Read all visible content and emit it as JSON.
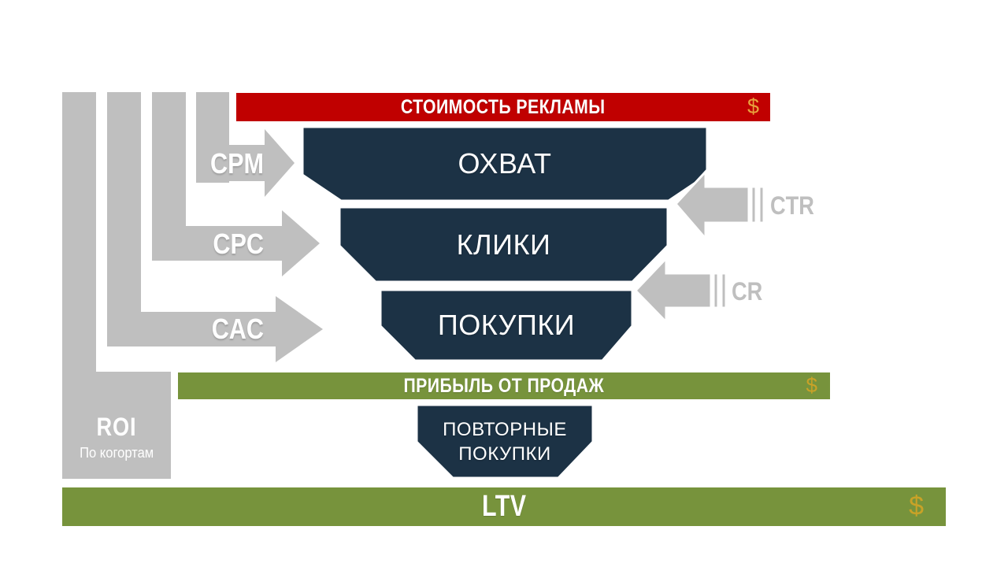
{
  "colors": {
    "red": "#C00000",
    "navy": "#1C3245",
    "green": "#77933C",
    "gray": "#BFBFBF",
    "gold_on_red": "#E8A33D",
    "gold_on_green": "#C9A227",
    "white": "#FFFFFF"
  },
  "top_bar": {
    "label": "СТОИМОСТЬ РЕКЛАМЫ",
    "currency": "$"
  },
  "funnel": {
    "stages": [
      {
        "label": "ОХВАТ"
      },
      {
        "label": "КЛИКИ"
      },
      {
        "label": "ПОКУПКИ"
      },
      {
        "label_line1": "ПОВТОРНЫЕ",
        "label_line2": "ПОКУПКИ"
      }
    ]
  },
  "cost_metrics": [
    {
      "label": "CPM"
    },
    {
      "label": "CPC"
    },
    {
      "label": "CAC"
    }
  ],
  "rate_metrics": [
    {
      "label": "CTR"
    },
    {
      "label": "CR"
    }
  ],
  "profit_bar": {
    "label": "ПРИБЫЛЬ ОТ ПРОДАЖ",
    "currency": "$"
  },
  "ltv_bar": {
    "label": "LTV",
    "currency": "$"
  },
  "roi": {
    "label": "ROI",
    "sublabel": "По когортам"
  }
}
